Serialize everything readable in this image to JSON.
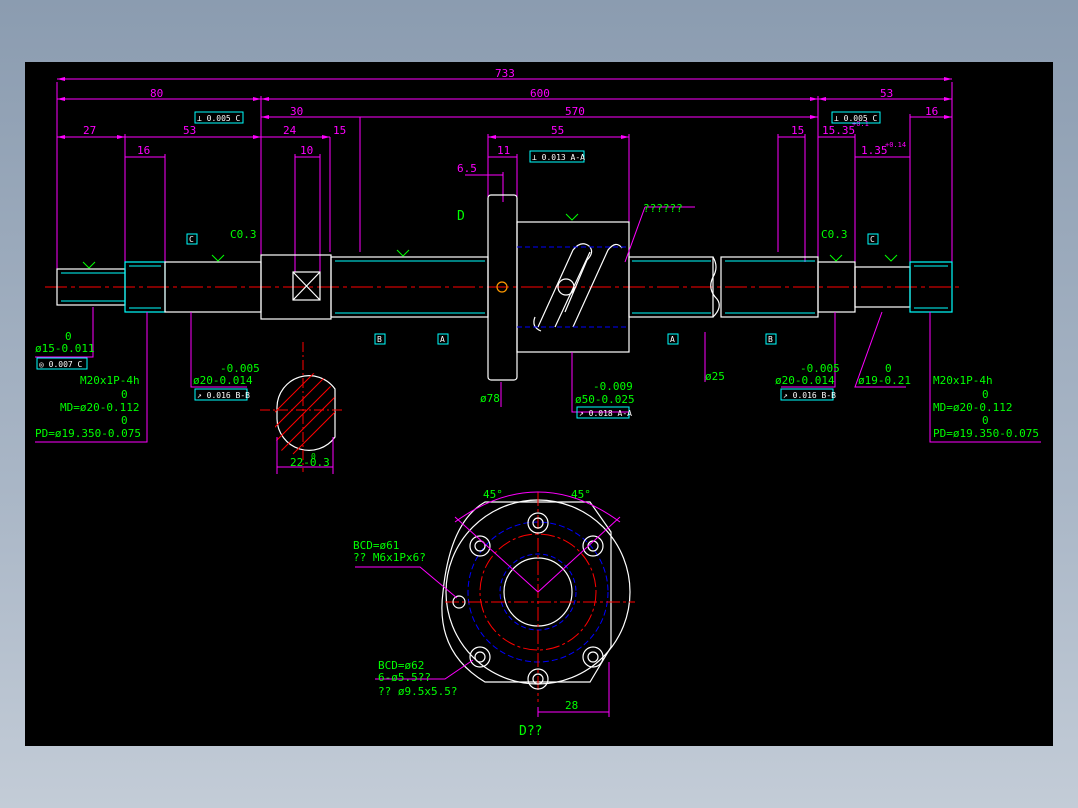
{
  "top_dims": {
    "overall": "733",
    "left_end": "80",
    "shaft": "600",
    "right_end": "53",
    "d30": "30",
    "d570": "570",
    "d27": "27",
    "d53": "53",
    "d24": "24",
    "d15a": "15",
    "d16a": "16",
    "d10": "10",
    "d55": "55",
    "d11": "11",
    "d6_5": "6.5",
    "d15b": "15",
    "d15_35": "15.35",
    "d15_35_tol": "+0.1",
    "d1_35": "1.35",
    "d1_35_tol": "+0.14",
    "d16b": "16"
  },
  "tolerance_frames": {
    "left_perp": "⊥ 0.005 C",
    "right_perp": "⊥ 0.005 C",
    "nut_perp": "⊥ 0.013 A-A",
    "left_runout": "◎ 0.007 C",
    "left_runout2": "↗ 0.016 B-B",
    "nut_runout": "↗ 0.018 A-A",
    "right_runout": "↗ 0.016 B-B"
  },
  "labels": {
    "c03_left": "C0.3",
    "c03_right": "C0.3",
    "view_d": "D",
    "nut_note": "??????",
    "phi25": "ø25",
    "phi78": "ø78",
    "section_width": "22-0.3",
    "section_width_tol": "0",
    "datum_c": "C",
    "datum_a": "A",
    "datum_b": "B"
  },
  "left_notes": {
    "d15_top": "0",
    "d15": "ø15-0.011",
    "thread": "M20x1P-4h",
    "md_top": "0",
    "md": "MD=ø20-0.112",
    "pd_top": "0",
    "pd": "PD=ø19.350-0.075",
    "d20_top": "-0.005",
    "d20": "ø20-0.014"
  },
  "nut_notes": {
    "d50_top": "-0.009",
    "d50": "ø50-0.025"
  },
  "right_notes": {
    "d20_top": "-0.005",
    "d20": "ø20-0.014",
    "d19_top": "0",
    "d19": "ø19-0.21",
    "thread": "M20x1P-4h",
    "md_top": "0",
    "md": "MD=ø20-0.112",
    "pd_top": "0",
    "pd": "PD=ø19.350-0.075"
  },
  "flange_view": {
    "angle_left": "45°",
    "angle_right": "45°",
    "bcd61": "BCD=ø61",
    "tap": "?? M6x1Px6?",
    "bcd62": "BCD=ø62",
    "holes": "6-ø5.5??",
    "cbore": "?? ø9.5x5.5?",
    "width28": "28",
    "title": "D??"
  },
  "colors": {
    "outline": "#ffffff",
    "dimension": "#ff00ff",
    "centerline": "#ff0000",
    "hidden": "#0000ff",
    "text": "#00ff00",
    "cyan": "#00ffff"
  }
}
